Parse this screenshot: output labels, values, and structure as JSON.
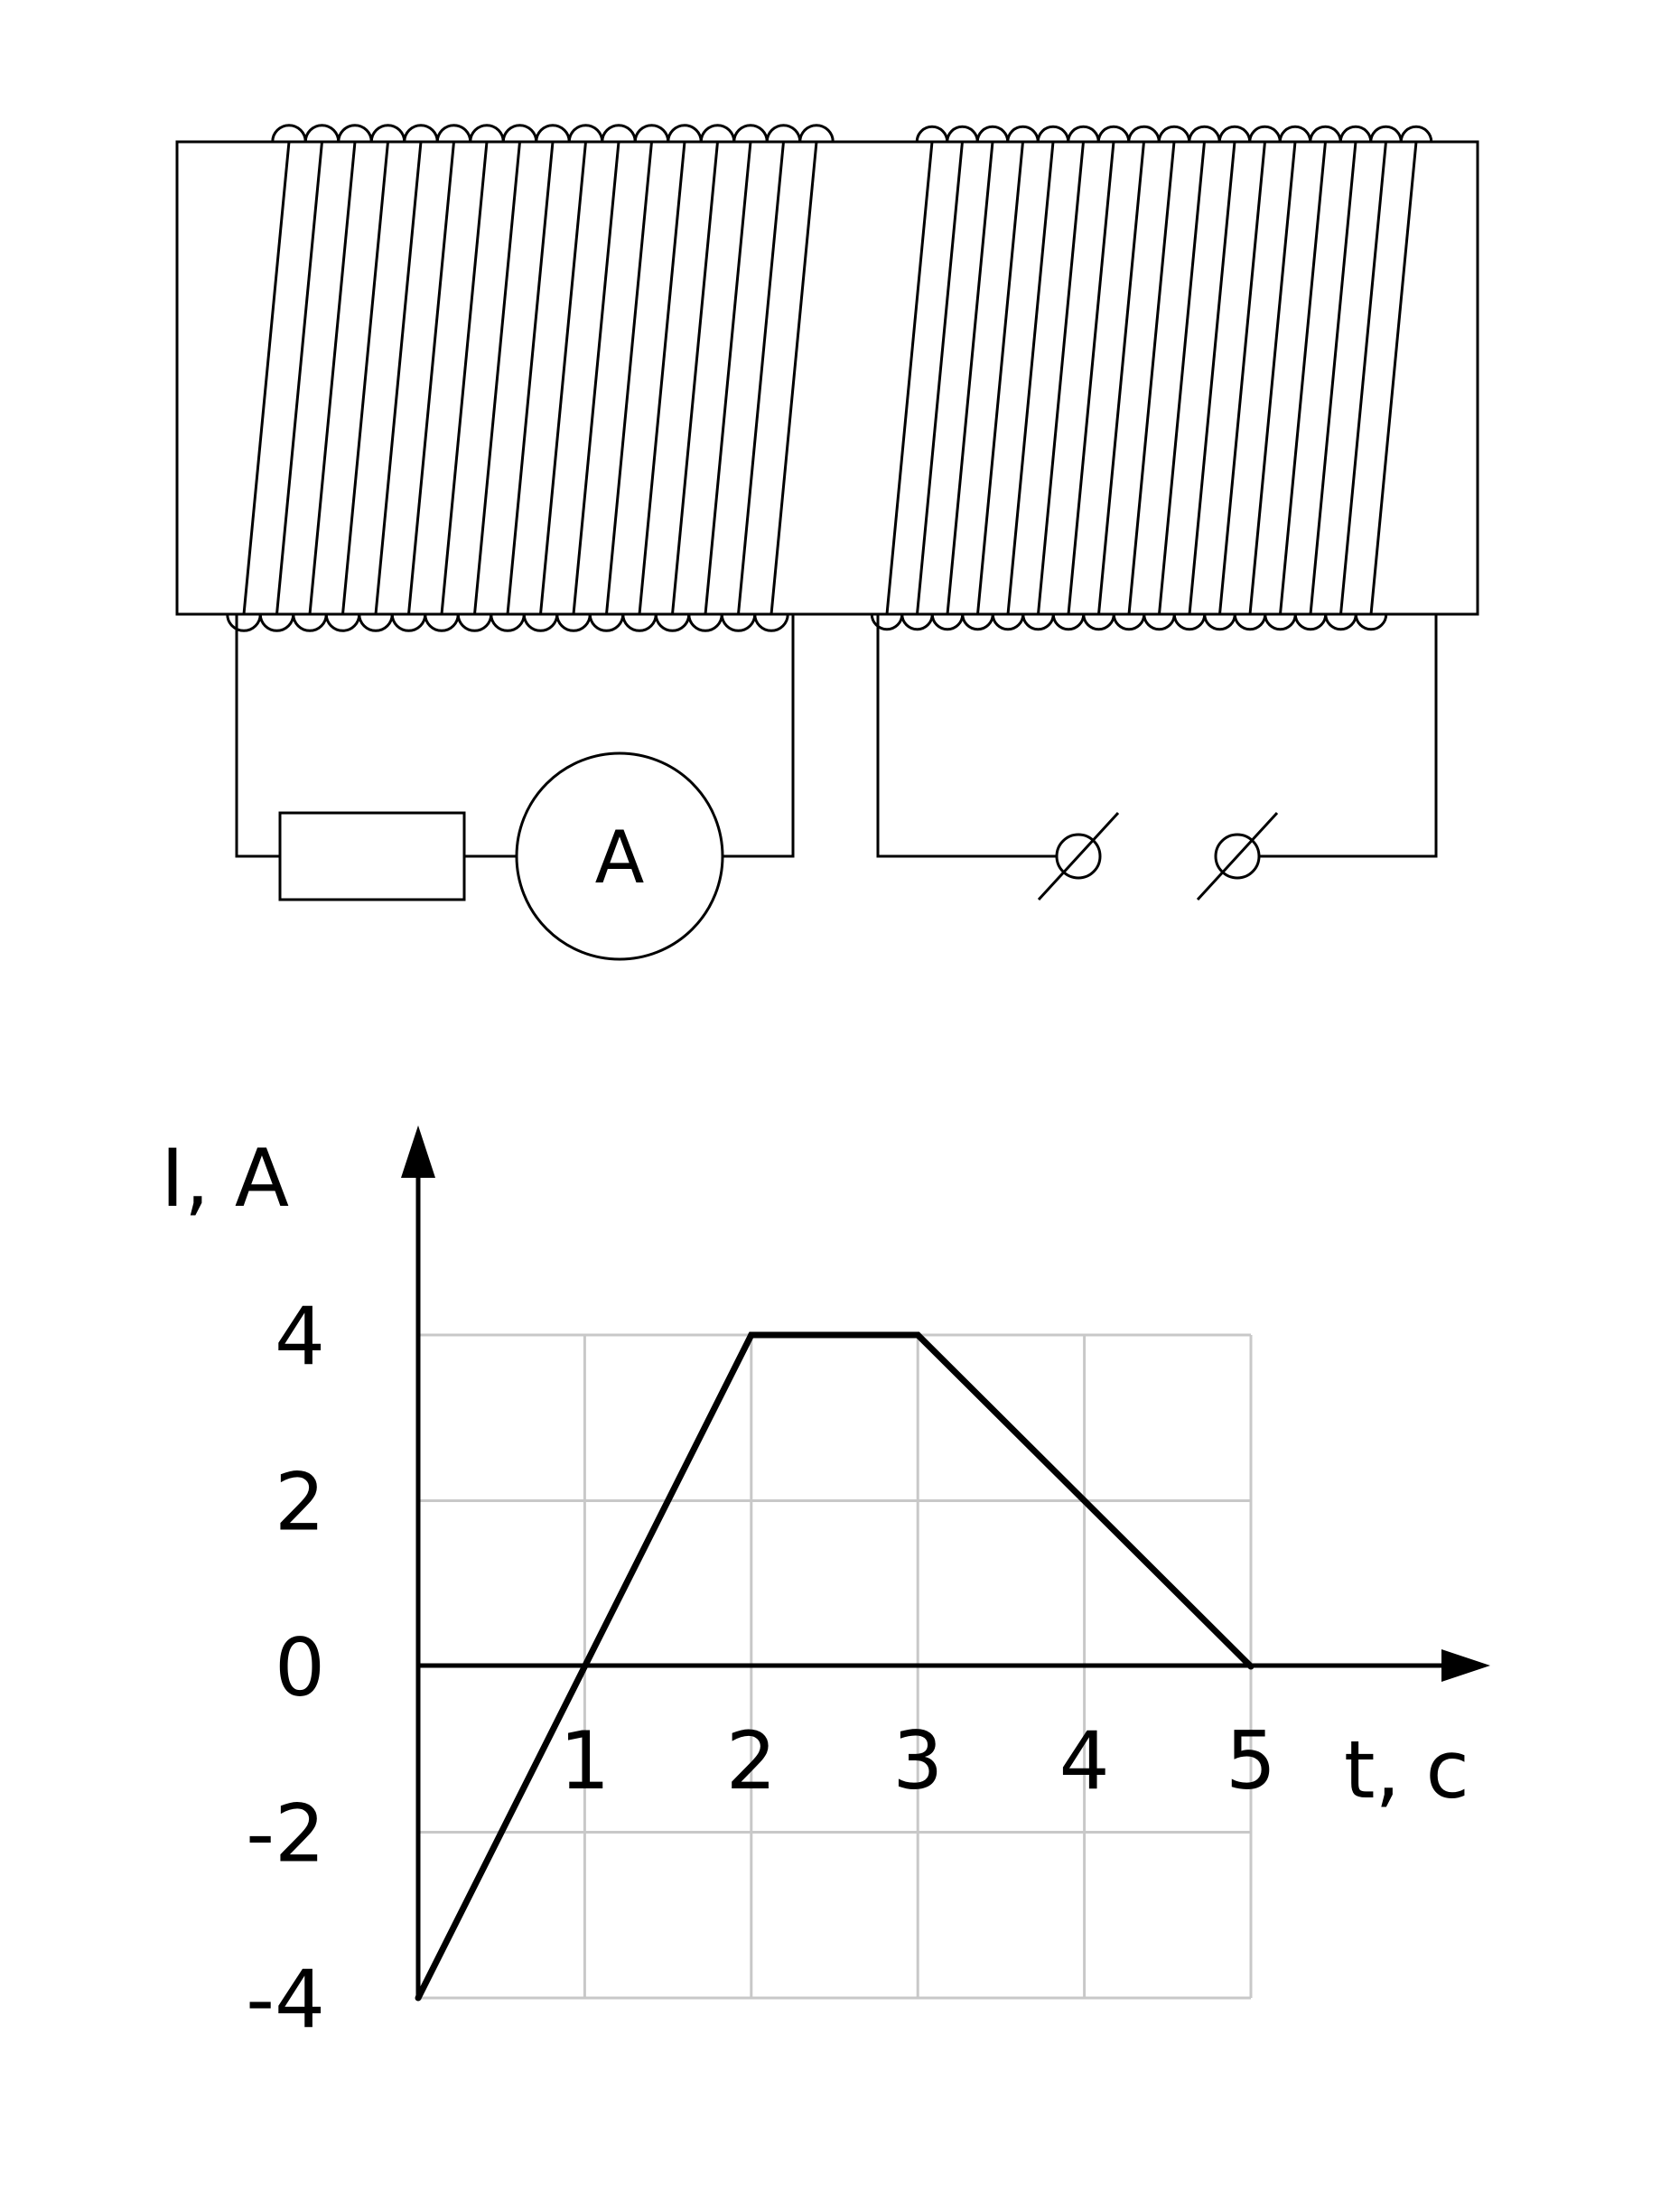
{
  "circuit": {
    "meter_label": "A"
  },
  "chart_data": {
    "type": "line",
    "xlabel": "t, c",
    "ylabel": "I, A",
    "x_ticks": [
      "1",
      "2",
      "3",
      "4",
      "5"
    ],
    "y_ticks": [
      "4",
      "2",
      "0",
      "-2",
      "-4"
    ],
    "xlim": [
      0,
      5
    ],
    "ylim": [
      -4,
      4
    ],
    "grid": true,
    "series": [
      {
        "x": [
          0,
          2,
          3,
          5
        ],
        "y": [
          -4,
          4,
          4,
          0
        ]
      }
    ],
    "colors": {
      "line": "#000000",
      "grid": "#c8c8c8"
    }
  }
}
